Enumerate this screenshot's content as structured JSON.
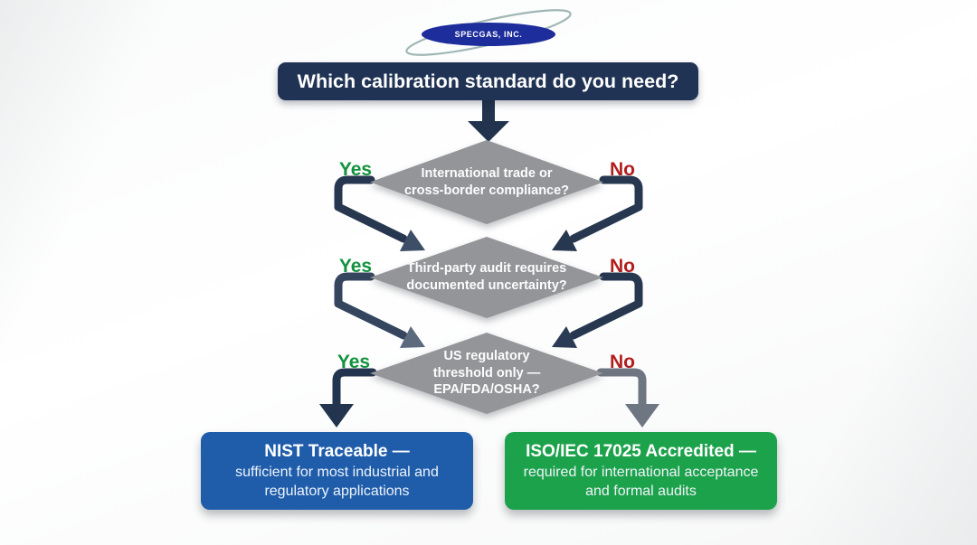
{
  "brand": {
    "logo_text": "SPECGAS, INC."
  },
  "header": {
    "title": "Which calibration standard do you need?"
  },
  "decisions": [
    {
      "lines": [
        "International trade or",
        "cross-border compliance?"
      ],
      "yes": "Yes",
      "no": "No"
    },
    {
      "lines": [
        "Third-party audit requires",
        "documented uncertainty?"
      ],
      "yes": "Yes",
      "no": "No"
    },
    {
      "lines": [
        "US regulatory",
        "threshold only —",
        "EPA/FDA/OSHA?"
      ],
      "yes": "Yes",
      "no": "No"
    }
  ],
  "outcomes": [
    {
      "heading": "NIST Traceable —",
      "lines": [
        "sufficient for most industrial and",
        "regulatory applications"
      ],
      "color": "#1f5dab"
    },
    {
      "heading": "ISO/IEC 17025 Accredited —",
      "lines": [
        "required for international acceptance",
        "and formal audits"
      ],
      "color": "#1da24c"
    }
  ],
  "colors": {
    "title_bg": "#203354",
    "diamond_bg": "#939599",
    "yes_label": "#12923e",
    "no_label": "#b21d1d",
    "arrow_navy": "#26374f",
    "arrow_slate": "#5c6a7e",
    "arrow_gray": "#6e7682",
    "logo_blue": "#1d2d9b",
    "logo_swoosh": "#9fb7b4"
  }
}
